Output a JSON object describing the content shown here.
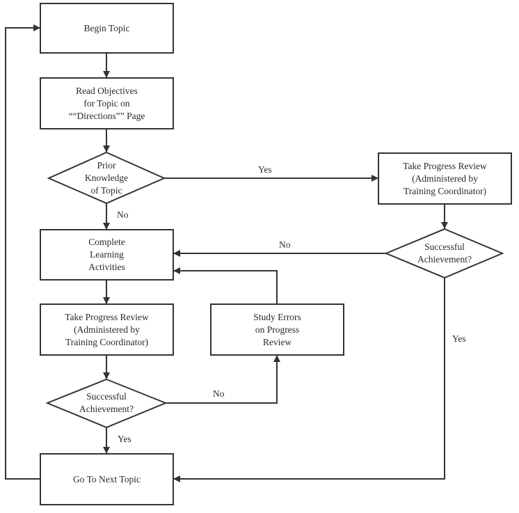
{
  "nodes": {
    "begin_topic": "Begin Topic",
    "read_objectives": "Read Objectives\nfor Topic on\n““Directions”” Page",
    "prior_knowledge": "Prior\nKnowledge\nof Topic",
    "take_review_right": "Take Progress Review\n(Administered by\nTraining Coordinator)",
    "success_right": "Successful\nAchievement?",
    "complete_activities": "Complete\nLearning\nActivities",
    "take_review_left": "Take Progress Review\n(Administered by\nTraining Coordinator)",
    "study_errors": "Study Errors\non Progress\nReview",
    "success_left": "Successful\nAchievement?",
    "next_topic": "Go To Next Topic"
  },
  "edge_labels": {
    "prior_yes": "Yes",
    "prior_no": "No",
    "right_no": "No",
    "right_yes": "Yes",
    "left_no": "No",
    "left_yes": "Yes"
  }
}
